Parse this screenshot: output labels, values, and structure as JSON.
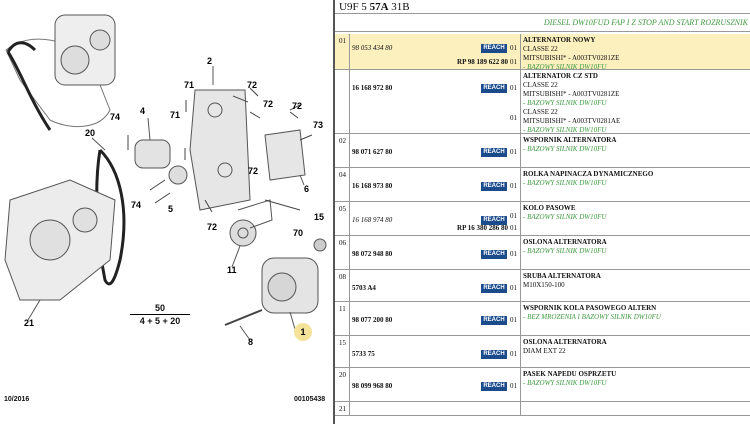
{
  "diagram": {
    "callouts": [
      "2",
      "72",
      "72",
      "71",
      "71",
      "72",
      "4",
      "74",
      "20",
      "73",
      "6",
      "72",
      "74",
      "5",
      "72",
      "15",
      "70",
      "11",
      "21",
      "8",
      "1"
    ],
    "fraction_top": "50",
    "fraction_bottom": "4 + 5 + 20",
    "date": "10/2016",
    "ref": "00105438"
  },
  "header": {
    "title_a": "U9F 5 ",
    "title_b": "57A",
    "title_c": " 31B",
    "engine": "DIESEL DW10FUD FAP I Z STOP AND START ROZRUSZNIK"
  },
  "rows": [
    {
      "idx": "01",
      "pn": "98 053 434 80",
      "pn_italic": true,
      "reach": true,
      "rp": "RP 98 189 622 80",
      "qty": [
        "01",
        "01"
      ],
      "title": "ALTERNATOR NOWY",
      "lines": [
        "CLASSE 22",
        "MITSUBISHI* - A003TV0281ZE"
      ],
      "green": "- BAZOWY SILNIK DW10FU"
    },
    {
      "idx": "",
      "pn": "16 168 972 80",
      "pn_italic": false,
      "reach": true,
      "rp": "",
      "qty": [
        "01",
        "01"
      ],
      "title": "ALTERNATOR CZ STD",
      "lines": [
        "CLASSE 22",
        "MITSUBISHI* - A003TV0281ZE",
        "- BAZOWY SILNIK DW10FU",
        "CLASSE 22",
        "MITSUBISHI* - A003TV0281AE",
        "- BAZOWY SILNIK DW10FU"
      ],
      "green": ""
    },
    {
      "idx": "02",
      "pn": "98 071 627 80",
      "pn_italic": false,
      "reach": true,
      "rp": "",
      "qty": [
        "01"
      ],
      "title": "WSPORNIK ALTERNATORA",
      "lines": [],
      "green": "- BAZOWY SILNIK DW10FU"
    },
    {
      "idx": "04",
      "pn": "16 168 973 80",
      "pn_italic": false,
      "reach": true,
      "rp": "",
      "qty": [
        "01"
      ],
      "title": "ROLKA NAPINACZA DYNAMICZNEGO",
      "lines": [],
      "green": "- BAZOWY SILNIK DW10FU"
    },
    {
      "idx": "05",
      "pn": "16 168 974 80",
      "pn_italic": true,
      "reach": true,
      "rp": "RP 16 380 286 80",
      "qty": [
        "01",
        "01"
      ],
      "title": "KOLO PASOWE",
      "lines": [],
      "green": "- BAZOWY SILNIK DW10FU"
    },
    {
      "idx": "06",
      "pn": "98 072 948 80",
      "pn_italic": false,
      "reach": true,
      "rp": "",
      "qty": [
        "01"
      ],
      "title": "OSLONA ALTERNATORA",
      "lines": [],
      "green": "- BAZOWY SILNIK DW10FU"
    },
    {
      "idx": "08",
      "pn": "5703 A4",
      "pn_italic": false,
      "reach": true,
      "rp": "",
      "qty": [
        "01"
      ],
      "title": "SRUBA ALTERNATORA",
      "lines": [
        "M10X150-100"
      ],
      "green": ""
    },
    {
      "idx": "11",
      "pn": "98 077 200 80",
      "pn_italic": false,
      "reach": true,
      "rp": "",
      "qty": [
        "01"
      ],
      "title": "WSPORNIK KOLA PASOWEGO ALTERN",
      "lines": [],
      "green": "- BEZ MROZENIA I BAZOWY SILNIK DW10FU"
    },
    {
      "idx": "15",
      "pn": "5733 75",
      "pn_italic": false,
      "reach": true,
      "rp": "",
      "qty": [
        "01"
      ],
      "title": "OSLONA ALTERNATORA",
      "lines": [
        "DIAM EXT 22"
      ],
      "green": ""
    },
    {
      "idx": "20",
      "pn": "98 099 968 80",
      "pn_italic": false,
      "reach": true,
      "rp": "",
      "qty": [
        "01"
      ],
      "title": "PASEK NAPEDU OSPRZETU",
      "lines": [],
      "green": "- BAZOWY SILNIK DW10FU"
    },
    {
      "idx": "21",
      "pn": "",
      "pn_italic": false,
      "reach": false,
      "rp": "",
      "qty": [],
      "title": "",
      "lines": [],
      "green": ""
    }
  ],
  "colors": {
    "selected": "#fcf0bf",
    "reach": "#1c4b8c",
    "green": "#3f9a3f"
  },
  "icons": [
    "reach-badge-icon"
  ]
}
